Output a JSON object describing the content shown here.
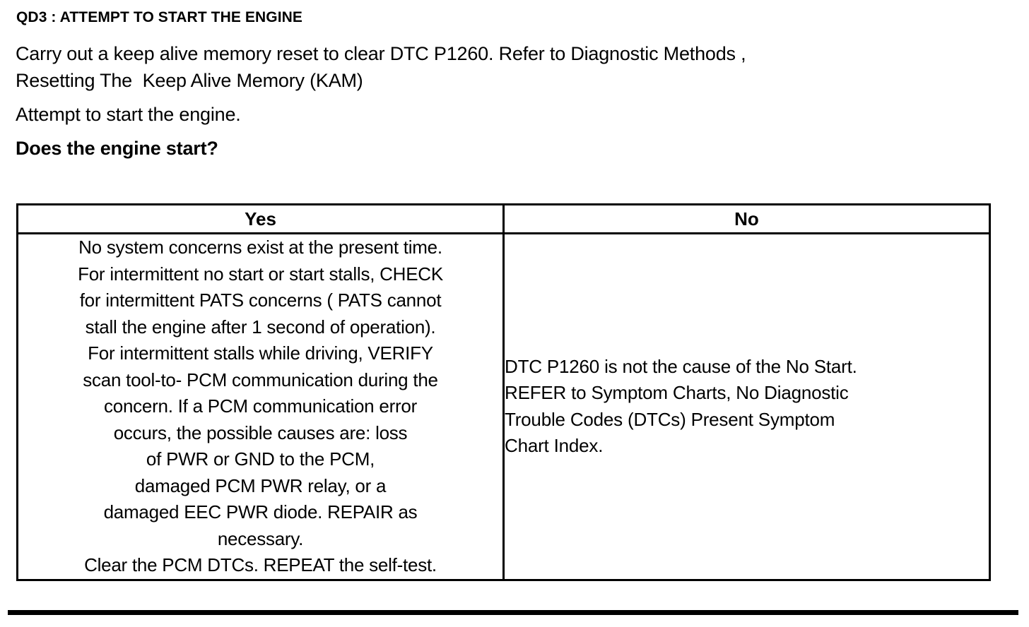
{
  "step": {
    "id": "QD3",
    "title": "QD3 : ATTEMPT TO START THE ENGINE"
  },
  "instructions": [
    "Carry out a keep alive memory reset to clear DTC P1260. Refer to Diagnostic Methods ,\nResetting The  Keep Alive Memory (KAM)",
    "Attempt to start the engine."
  ],
  "question": "Does the engine start?",
  "decision_table": {
    "headers": [
      "Yes",
      "No"
    ],
    "rows": [
      {
        "yes": "No system concerns exist at the present time.\nFor intermittent no start or start stalls, CHECK\nfor intermittent PATS concerns ( PATS cannot\nstall the engine after 1 second of operation).\nFor intermittent stalls while driving, VERIFY\nscan tool-to- PCM communication during the\nconcern. If a PCM communication error\noccurs, the possible causes are: loss\nof PWR or GND to the PCM,\ndamaged PCM  PWR relay, or a\ndamaged EEC  PWR diode. REPAIR as\nnecessary.\nClear the PCM DTCs. REPEAT the self-test.",
        "no": "DTC P1260 is not the cause of the No Start.\nREFER to Symptom Charts, No Diagnostic\nTrouble Codes (DTCs) Present Symptom\nChart Index."
      }
    ]
  },
  "colors": {
    "text": "#000000",
    "background": "#ffffff",
    "border": "#000000"
  }
}
